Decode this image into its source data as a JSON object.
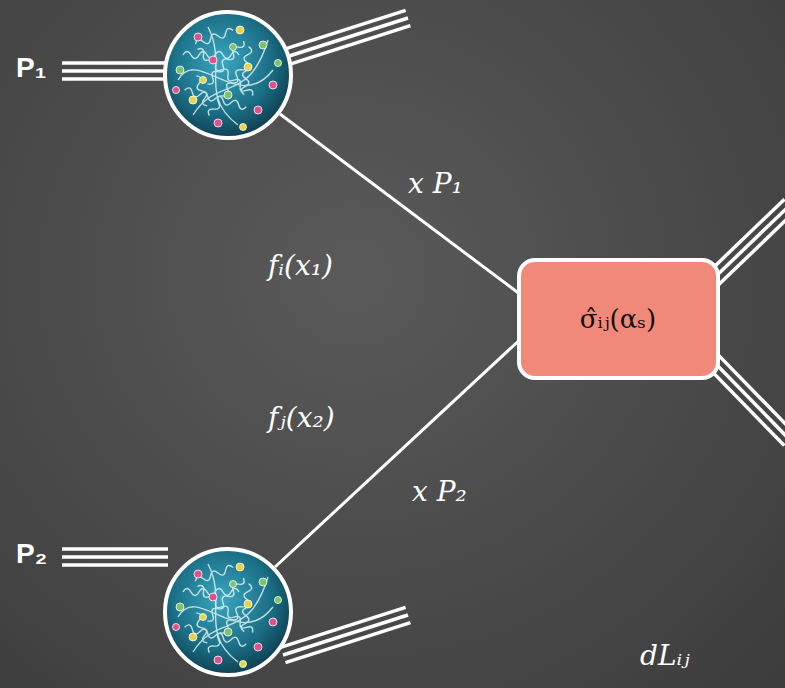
{
  "diagram": {
    "nodes": [
      {
        "text": [
          "σ̂ᵢⱼ(αₛ)"
        ]
      }
    ],
    "labels": [
      "P₁",
      "x P₁",
      "fᵢ(x₁)",
      "fⱼ(x₂)",
      "x P₂",
      "P₂",
      "dLᵢⱼ"
    ]
  }
}
